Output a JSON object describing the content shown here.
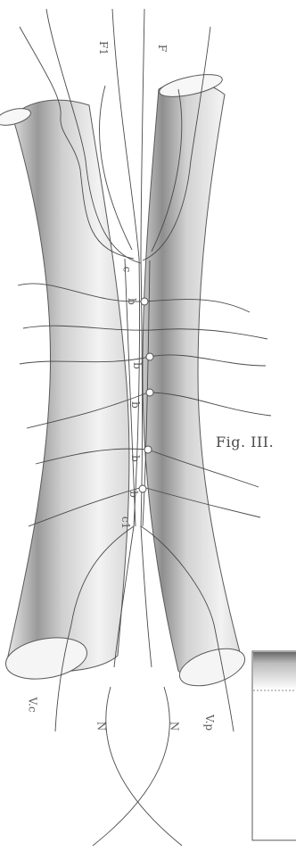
{
  "figure": {
    "caption": "Fig. III.",
    "labels": {
      "f1": "F1",
      "f": "F",
      "c": "c",
      "b1": "b",
      "b2": "b",
      "b3": "b",
      "b4": "b",
      "b5": "b",
      "c1": "c1",
      "vc": "V.c",
      "vp": "V.p",
      "n_left": "N",
      "n_right": "N"
    },
    "colors": {
      "ink": "#4a4a4a",
      "shade_dark": "#8a8a8a",
      "shade_light": "#f4f4f4",
      "paper": "#ffffff"
    }
  }
}
